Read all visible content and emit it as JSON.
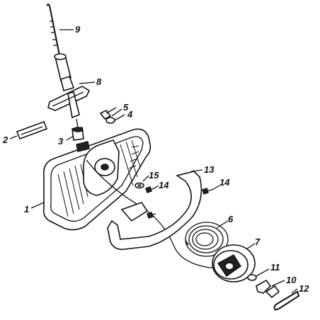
{
  "diagram": {
    "callouts": {
      "p1": "1",
      "p2": "2",
      "p3": "3",
      "p4": "4",
      "p5": "5",
      "p6": "6",
      "p7": "7",
      "p8": "8",
      "p9": "9",
      "p10": "10",
      "p11": "11",
      "p12": "12",
      "p13": "13",
      "p14a": "14",
      "p14b": "14",
      "p15": "15"
    }
  }
}
